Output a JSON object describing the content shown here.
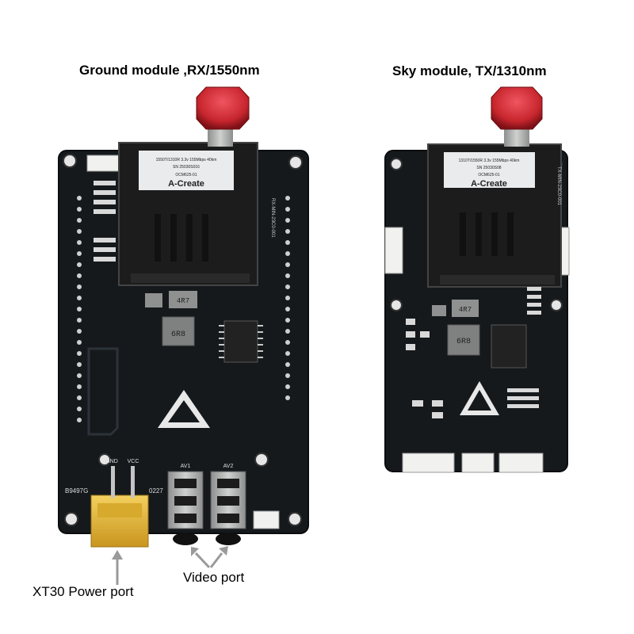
{
  "titles": {
    "ground": "Ground module ,RX/1550nm",
    "sky": "Sky module, TX/1310nm"
  },
  "callouts": {
    "power": "XT30 Power port",
    "video": "Video port"
  },
  "ground_board": {
    "module_brand": "A-Create",
    "module_line1": "1550T/1310R  3.3v 155Mbps 40km",
    "module_line2": "SN 25030S016",
    "module_model": "OCM625-01",
    "side_text": "RX-MIN-23C0-001",
    "inductor_small": "4R7",
    "inductor_large": "6R8",
    "gnd_label": "GND",
    "vcc_label": "VCC",
    "av1_label": "AV1",
    "av2_label": "AV2",
    "serial": "B9497G",
    "date_code": "0227"
  },
  "sky_board": {
    "module_brand": "A-Create",
    "module_line1": "1310T/1550R  3.3v 155Mbps 40km",
    "module_line2": "SN 25030S08",
    "module_model": "OCM625-01",
    "side_text": "TX-MIN-23C0-001",
    "inductor_small": "4R7",
    "inductor_large": "6R8"
  },
  "colors": {
    "pcb": "#15191c",
    "pcb_edge": "#0b0d0f",
    "module": "#1c1c1c",
    "label": "#e9ebec",
    "connector_red": "#c8262e",
    "xt30": "#e7b83a",
    "jack": "#a9abaa",
    "white_connector": "#f1f1ef",
    "arrow": "#9a9a9a"
  }
}
